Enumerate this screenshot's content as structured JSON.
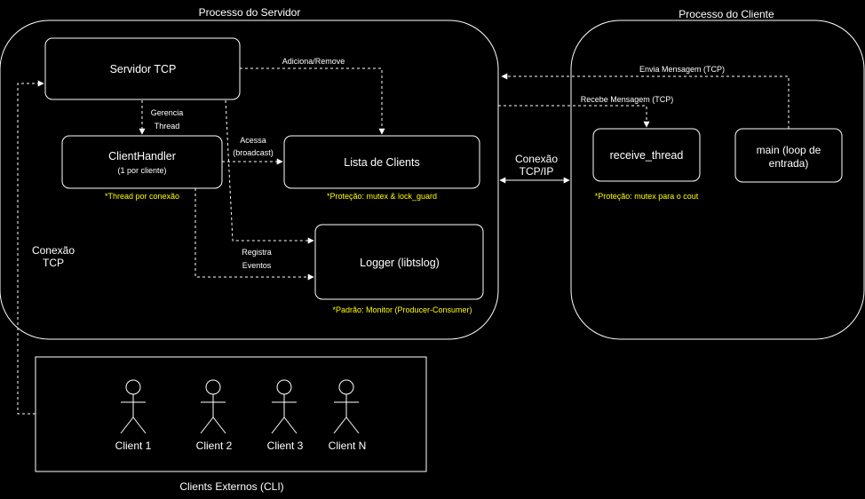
{
  "colors": {
    "background": "#000000",
    "stroke": "#ffffff",
    "note": "#ffff00"
  },
  "containers": {
    "server_title": "Processo do Servidor",
    "client_title": "Processo do Cliente",
    "external_title": "Clients Externos (CLI)"
  },
  "nodes": {
    "tcp_server": "Servidor TCP",
    "client_handler": "ClientHandler",
    "client_handler_sub": "(1 por cliente)",
    "client_list": "Lista de Clients",
    "logger": "Logger (libtslog)",
    "receive_thread": "receive_thread",
    "main_loop_line1": "main (loop de",
    "main_loop_line2": "entrada)"
  },
  "edges": {
    "add_remove": "Adiciona/Remove",
    "manages_line1": "Gerencia",
    "manages_line2": "Thread",
    "accesses_line1": "Acessa",
    "accesses_line2": "(broadcast)",
    "logs_line1": "Registra",
    "logs_line2": "Eventos",
    "sends_message": "Envia Mensagem (TCP)",
    "receives_message": "Recebe Mensagem (TCP)",
    "tcpip_line1": "Conexão",
    "tcpip_line2": "TCP/IP",
    "tcp_conn_line1": "Conexão",
    "tcp_conn_line2": "TCP"
  },
  "notes": {
    "thread_per_connection": "*Thread por conexão",
    "list_protection": "*Proteção: mutex & lock_guard",
    "monitor_pattern": "*Padrão: Monitor (Producer-Consumer)",
    "cout_protection": "*Proteção: mutex para o cout"
  },
  "actors": [
    {
      "label": "Client 1",
      "icon": "stick-figure"
    },
    {
      "label": "Client 2",
      "icon": "stick-figure"
    },
    {
      "label": "Client 3",
      "icon": "stick-figure"
    },
    {
      "label": "Client N",
      "icon": "stick-figure"
    }
  ]
}
